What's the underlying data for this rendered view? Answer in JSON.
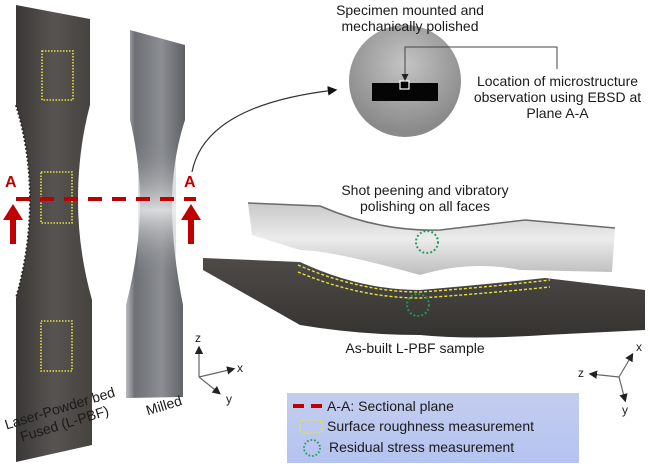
{
  "figure": {
    "left_specimens": {
      "lpbf_label_line1": "Laser-Powder bed",
      "lpbf_label_line2": "Fused (L-PBF)",
      "milled_label": "Milled",
      "section_letter_left": "A",
      "section_letter_right": "A"
    },
    "mount": {
      "title_line1": "Specimen mounted and",
      "title_line2": "mechanically polished",
      "callout_line1": "Location of microstructure",
      "callout_line2": "observation using EBSD at",
      "callout_line3": "Plane A-A"
    },
    "side_view": {
      "top_label_line1": "Shot peening and vibratory",
      "top_label_line2": "polishing on all faces",
      "bottom_label": "As-built L-PBF sample"
    },
    "axes_left": {
      "z": "z",
      "x": "x",
      "y": "y"
    },
    "axes_right": {
      "z": "z",
      "x": "x",
      "y": "y"
    },
    "legend": {
      "items": [
        {
          "symbol": "red-dashed-line",
          "label": "A-A: Sectional plane"
        },
        {
          "symbol": "yellow-dotted-rectangle",
          "label": "Surface roughness measurement"
        },
        {
          "symbol": "green-dotted-circle",
          "label": "Residual stress measurement"
        }
      ]
    },
    "colors": {
      "section_red": "#c00000",
      "roughness_yellow": "#e8e23a",
      "stress_green": "#1e9a5a",
      "legend_bg": "#bccaf0",
      "lpbf_dark": "#4a4744",
      "milled_gray": "#8e9196",
      "polished_light": "#d8d8d8",
      "mount_gray": "#a5a5a5"
    }
  }
}
